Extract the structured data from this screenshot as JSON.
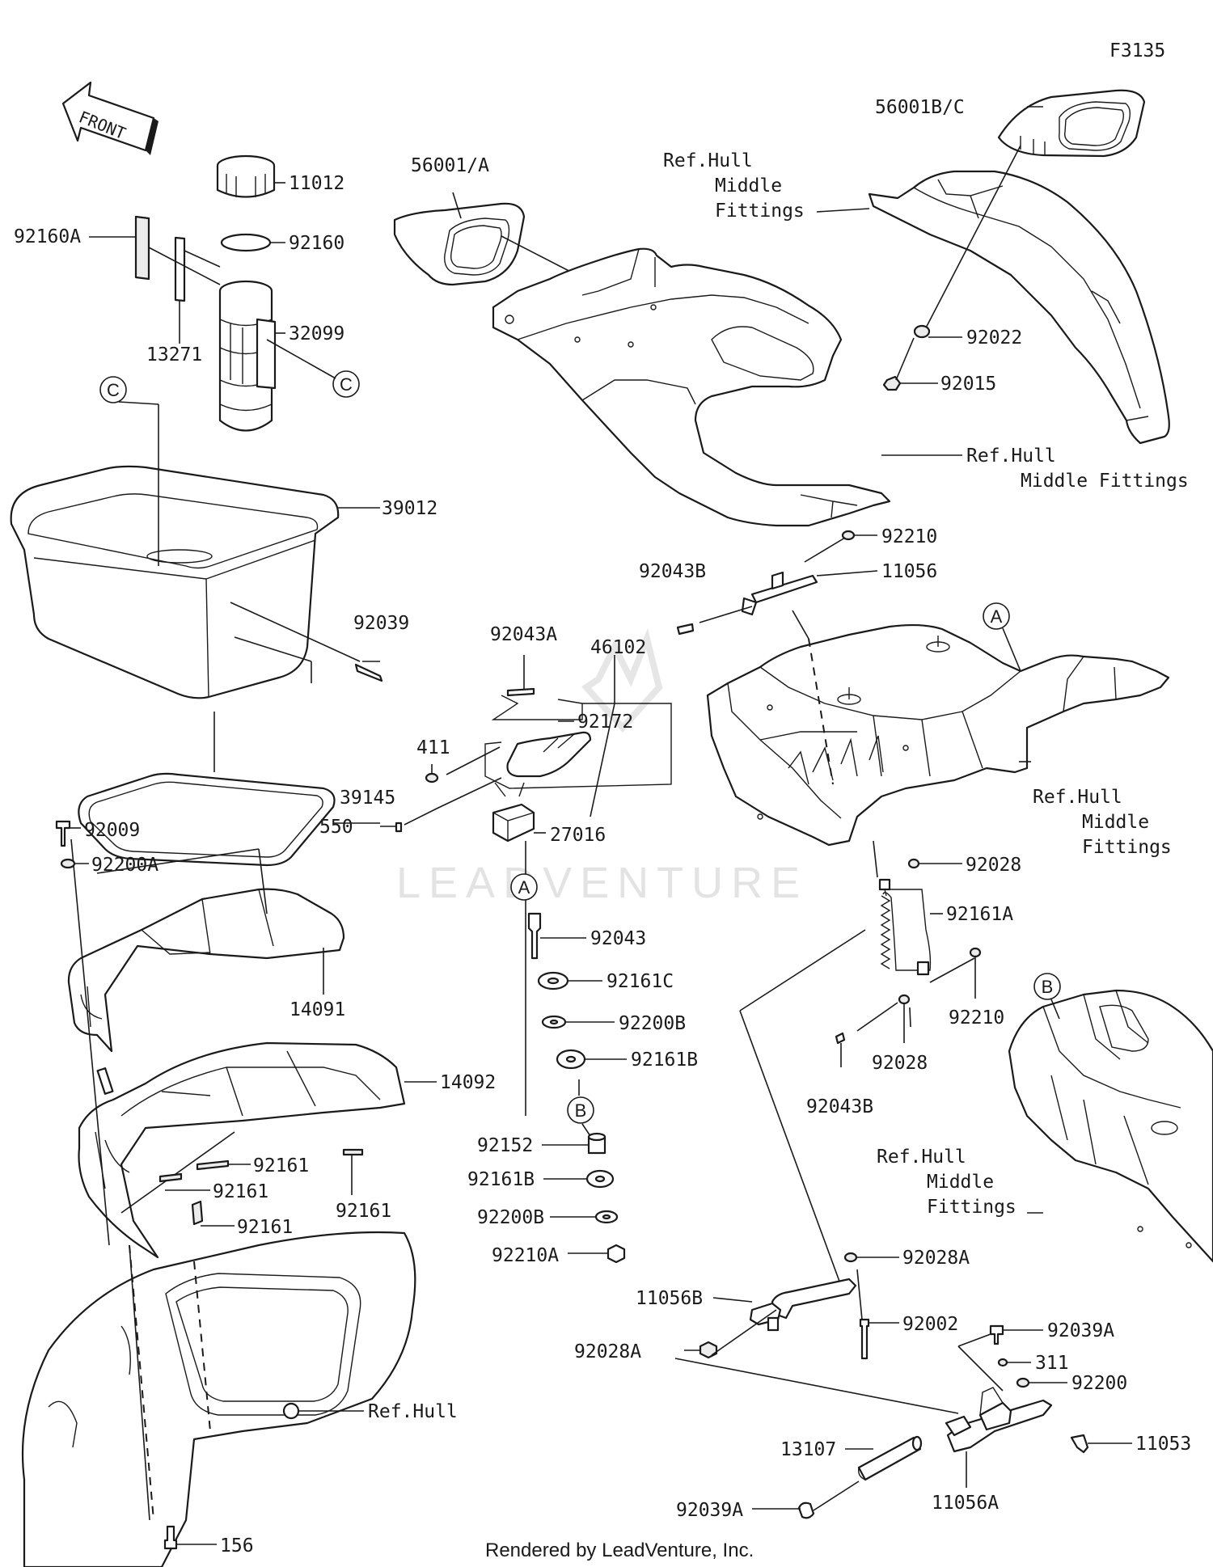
{
  "diagram_code": "F3135",
  "front_arrow": "FRONT",
  "watermark": "LEADVENTURE",
  "footer": "Rendered by LeadVenture, Inc.",
  "refs": {
    "A": "A",
    "B": "B",
    "C": "C"
  },
  "labels": {
    "p56001bc": "56001B/C",
    "ref_hull_mf_top_1": "Ref.Hull",
    "ref_hull_mf_top_2": "Middle",
    "ref_hull_mf_top_3": "Fittings",
    "p56001a": "56001/A",
    "p11012": "11012",
    "p92160a": "92160A",
    "p92160": "92160",
    "p13271": "13271",
    "p32099": "32099",
    "p92022": "92022",
    "p92015": "92015",
    "ref_hull_mf_mid_1": "Ref.Hull",
    "ref_hull_mf_mid_2": "Middle Fittings",
    "p39012": "39012",
    "p92210_top": "92210",
    "p92043b_top": "92043B",
    "p11056": "11056",
    "p92039": "92039",
    "p92043a": "92043A",
    "p46102": "46102",
    "p92172": "92172",
    "p411": "411",
    "p550": "550",
    "p39145": "39145",
    "ref_hull_mf_r_1": "Ref.Hull",
    "ref_hull_mf_r_2": "Middle",
    "ref_hull_mf_r_3": "Fittings",
    "p27016": "27016",
    "p92009": "92009",
    "p92200a": "92200A",
    "p92028_r": "92028",
    "p92161a": "92161A",
    "p92043": "92043",
    "p92161c": "92161C",
    "p14091": "14091",
    "p92200b_1": "92200B",
    "p92210_r": "92210",
    "p92161b_1": "92161B",
    "p92028_b": "92028",
    "p92043b_b": "92043B",
    "p14092": "14092",
    "p92152": "92152",
    "p92161_1": "92161",
    "p92161_2": "92161",
    "p92161_3": "92161",
    "p92161_4": "92161",
    "p92161b_2": "92161B",
    "ref_hull_mf_b_1": "Ref.Hull",
    "ref_hull_mf_b_2": "Middle",
    "ref_hull_mf_b_3": "Fittings",
    "p92200b_2": "92200B",
    "p92210a": "92210A",
    "p92028a_1": "92028A",
    "p11056b": "11056B",
    "p92002": "92002",
    "p92028a_2": "92028A",
    "p92039a_1": "92039A",
    "p311": "311",
    "p92200": "92200",
    "ref_hull": "Ref.Hull",
    "p11053": "11053",
    "p13107": "13107",
    "p92039a_2": "92039A",
    "p11056a": "11056A",
    "p156": "156"
  }
}
